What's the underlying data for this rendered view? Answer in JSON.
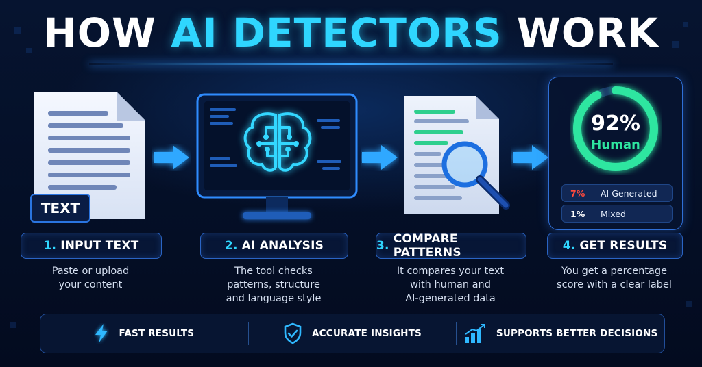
{
  "title": {
    "part1": "HOW",
    "part2": "AI DETECTORS",
    "part3": "WORK"
  },
  "steps": [
    {
      "num": "1.",
      "label": "INPUT TEXT",
      "desc": [
        "Paste or upload",
        "your content"
      ]
    },
    {
      "num": "2.",
      "label": "AI ANALYSIS",
      "desc": [
        "The tool checks",
        "patterns, structure",
        "and language style"
      ]
    },
    {
      "num": "3.",
      "label": "COMPARE PATTERNS",
      "desc": [
        "It compares your text",
        "with human and",
        "AI-generated data"
      ]
    },
    {
      "num": "4.",
      "label": "GET RESULTS",
      "desc": [
        "You get a percentage",
        "score with a clear label"
      ]
    }
  ],
  "input_doc": {
    "badge": "TEXT"
  },
  "results": {
    "human_pct": "92%",
    "human_label": "Human",
    "human_fraction": 0.92,
    "rows": [
      {
        "value": "7%",
        "label": "AI Generated",
        "color": "#ff4a3d"
      },
      {
        "value": "1%",
        "label": "Mixed",
        "color": "#ffffff"
      }
    ]
  },
  "features": [
    {
      "icon": "lightning-icon",
      "label": "FAST RESULTS"
    },
    {
      "icon": "shield-check-icon",
      "label": "ACCURATE INSIGHTS"
    },
    {
      "icon": "bar-chart-icon",
      "label": "SUPPORTS BETTER DECISIONS"
    }
  ],
  "colors": {
    "accent": "#2fd6ff",
    "ring": "#2ee6a0",
    "ai_red": "#ff4a3d",
    "navy": "#030b1f"
  }
}
